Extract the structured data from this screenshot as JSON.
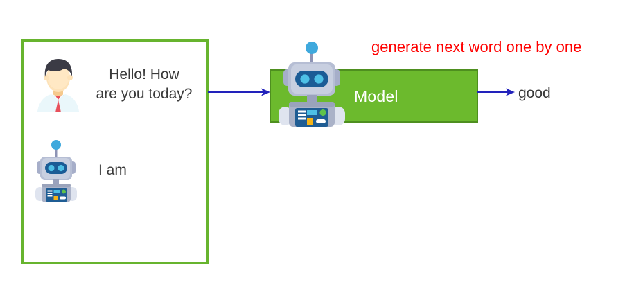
{
  "diagram": {
    "conversation": {
      "turns": [
        {
          "speaker": "user",
          "avatar_icon": "user-avatar-icon",
          "text": "Hello! How\nare you today?"
        },
        {
          "speaker": "assistant",
          "avatar_icon": "robot-avatar-icon",
          "text": "I am"
        }
      ]
    },
    "model_block": {
      "label": "Model",
      "icon": "robot-model-icon",
      "fill_color": "#6cba2d",
      "border_color": "#4e8f1f",
      "label_color": "#ffffff"
    },
    "annotation": {
      "text": "generate next word one by one",
      "color": "#ff0000"
    },
    "output": {
      "text": "good",
      "color": "#3a3a3a"
    },
    "arrows": {
      "color": "#2222bb",
      "input_arrow_name": "arrow-conversation-to-model",
      "output_arrow_name": "arrow-model-to-output"
    },
    "panel": {
      "border_color": "#67b42e"
    }
  }
}
